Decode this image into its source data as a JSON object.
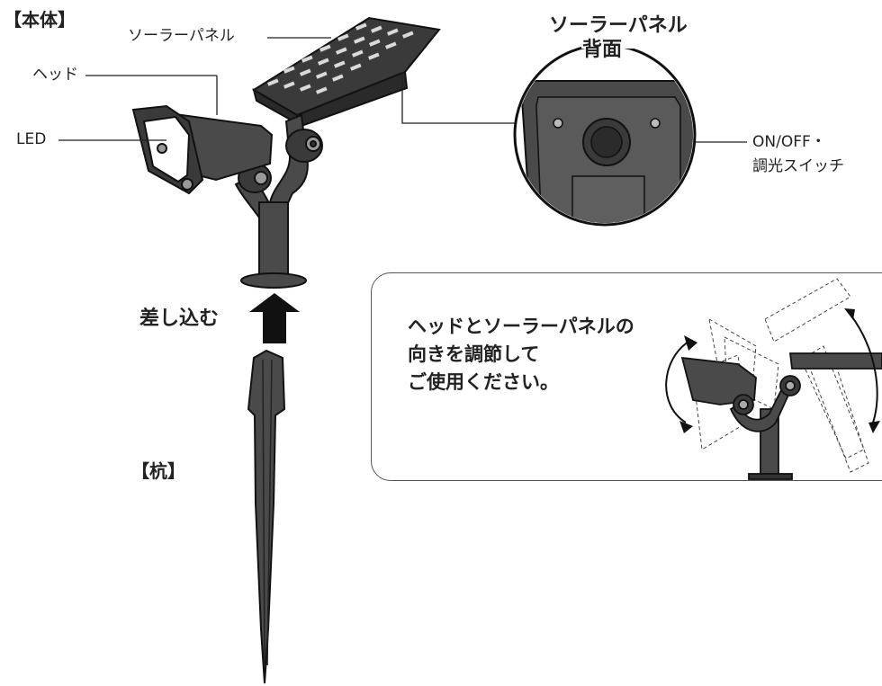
{
  "sections": {
    "body": "【本体】",
    "stake": "【杭】"
  },
  "labels": {
    "solar_panel": "ソーラーパネル",
    "head": "ヘッド",
    "led": "LED",
    "insert": "差し込む"
  },
  "inset": {
    "title_line1": "ソーラーパネル",
    "title_line2": "背面",
    "switch_line1": "ON/OFF・",
    "switch_line2": "調光スイッチ"
  },
  "callout": {
    "line1": "ヘッドとソーラーパネルの",
    "line2": "向きを調節して",
    "line3": "ご使用ください。"
  },
  "colors": {
    "body": "#4a4a4a",
    "dark": "#2b2b2b",
    "panel_cells": "#d9d9d9",
    "outline": "#111111"
  }
}
